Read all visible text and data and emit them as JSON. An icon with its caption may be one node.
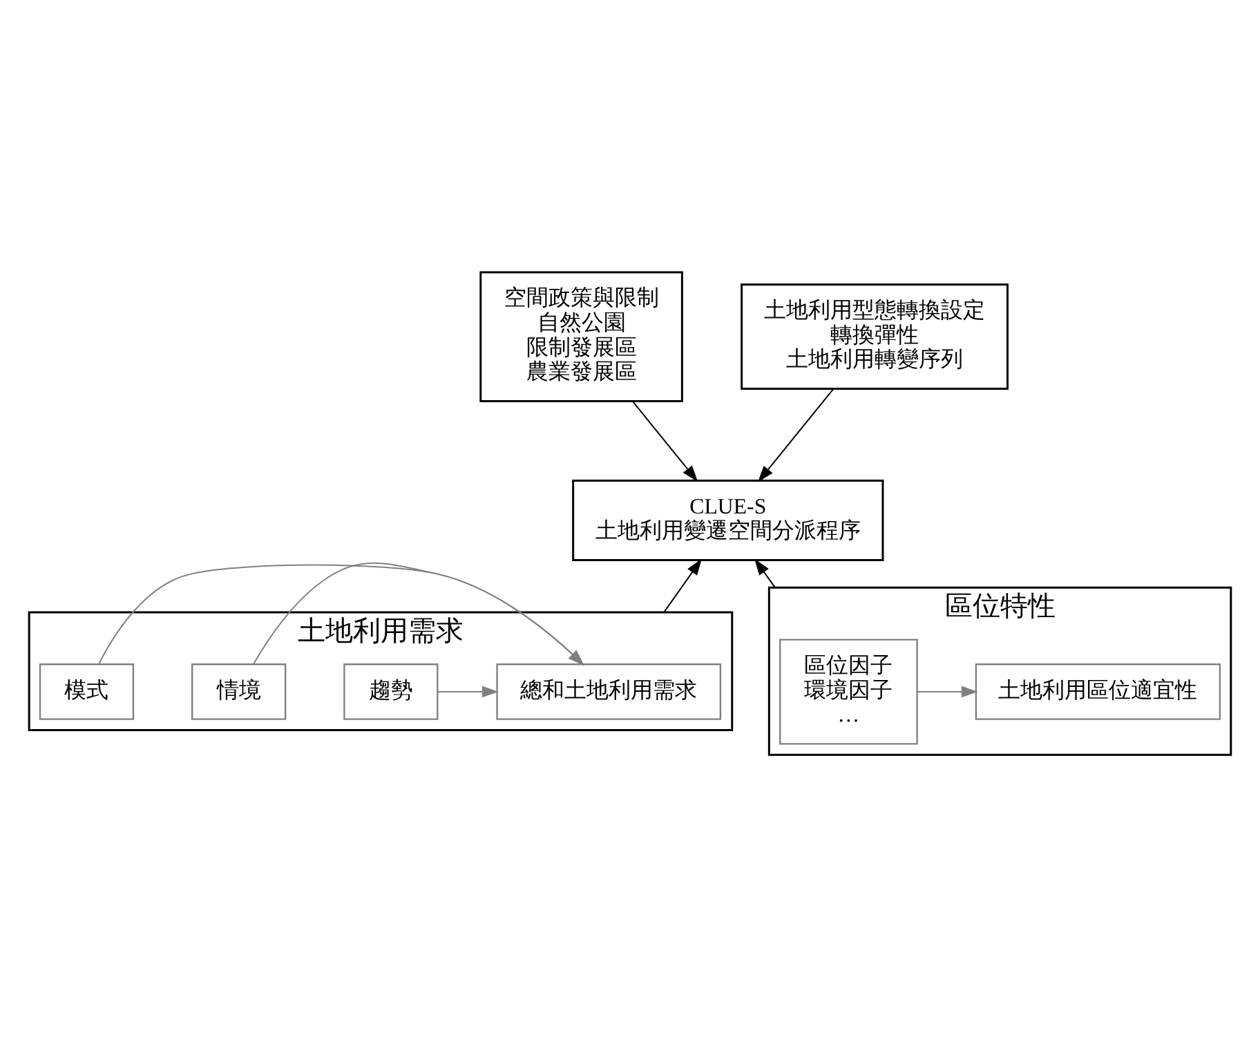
{
  "diagram": {
    "nodes": [
      {
        "text": [
          "空間政策與限制",
          "自然公園",
          "限制發展區",
          "農業發展區"
        ]
      },
      {
        "text": [
          "土地利用型態轉換設定",
          "轉換彈性",
          "土地利用轉變序列"
        ]
      },
      {
        "text": [
          "CLUE-S",
          "土地利用變遷空間分派程序"
        ]
      },
      {
        "text": [
          "土地利用需求"
        ]
      },
      {
        "text": [
          "趨勢"
        ],
        "in": 3
      },
      {
        "text": [
          "情境"
        ],
        "in": 3
      },
      {
        "text": [
          "模式"
        ],
        "in": 3
      },
      {
        "text": [
          "總和土地利用需求"
        ],
        "in": 3
      },
      {
        "text": [
          "區位特性"
        ]
      },
      {
        "text": [
          "土地利用區位適宜性"
        ],
        "in": 8
      },
      {
        "text": [
          "區位因子",
          "環境因子",
          "…"
        ],
        "in": 8
      }
    ],
    "edges": [
      {
        "from": 0,
        "to": 2,
        "arrow": "to"
      },
      {
        "from": 1,
        "to": 2,
        "arrow": "to"
      },
      {
        "from": 3,
        "to": 2,
        "arrow": "to"
      },
      {
        "from": 8,
        "to": 2,
        "arrow": "to"
      },
      {
        "from": 4,
        "to": 7,
        "arrow": "to",
        "color": "#808080"
      },
      {
        "from": 5,
        "to": 7,
        "arrow": "to",
        "color": "#808080"
      },
      {
        "from": 6,
        "to": 7,
        "arrow": "to",
        "color": "#808080"
      },
      {
        "from": 10,
        "to": 9,
        "arrow": "to",
        "color": "#808080"
      }
    ]
  }
}
